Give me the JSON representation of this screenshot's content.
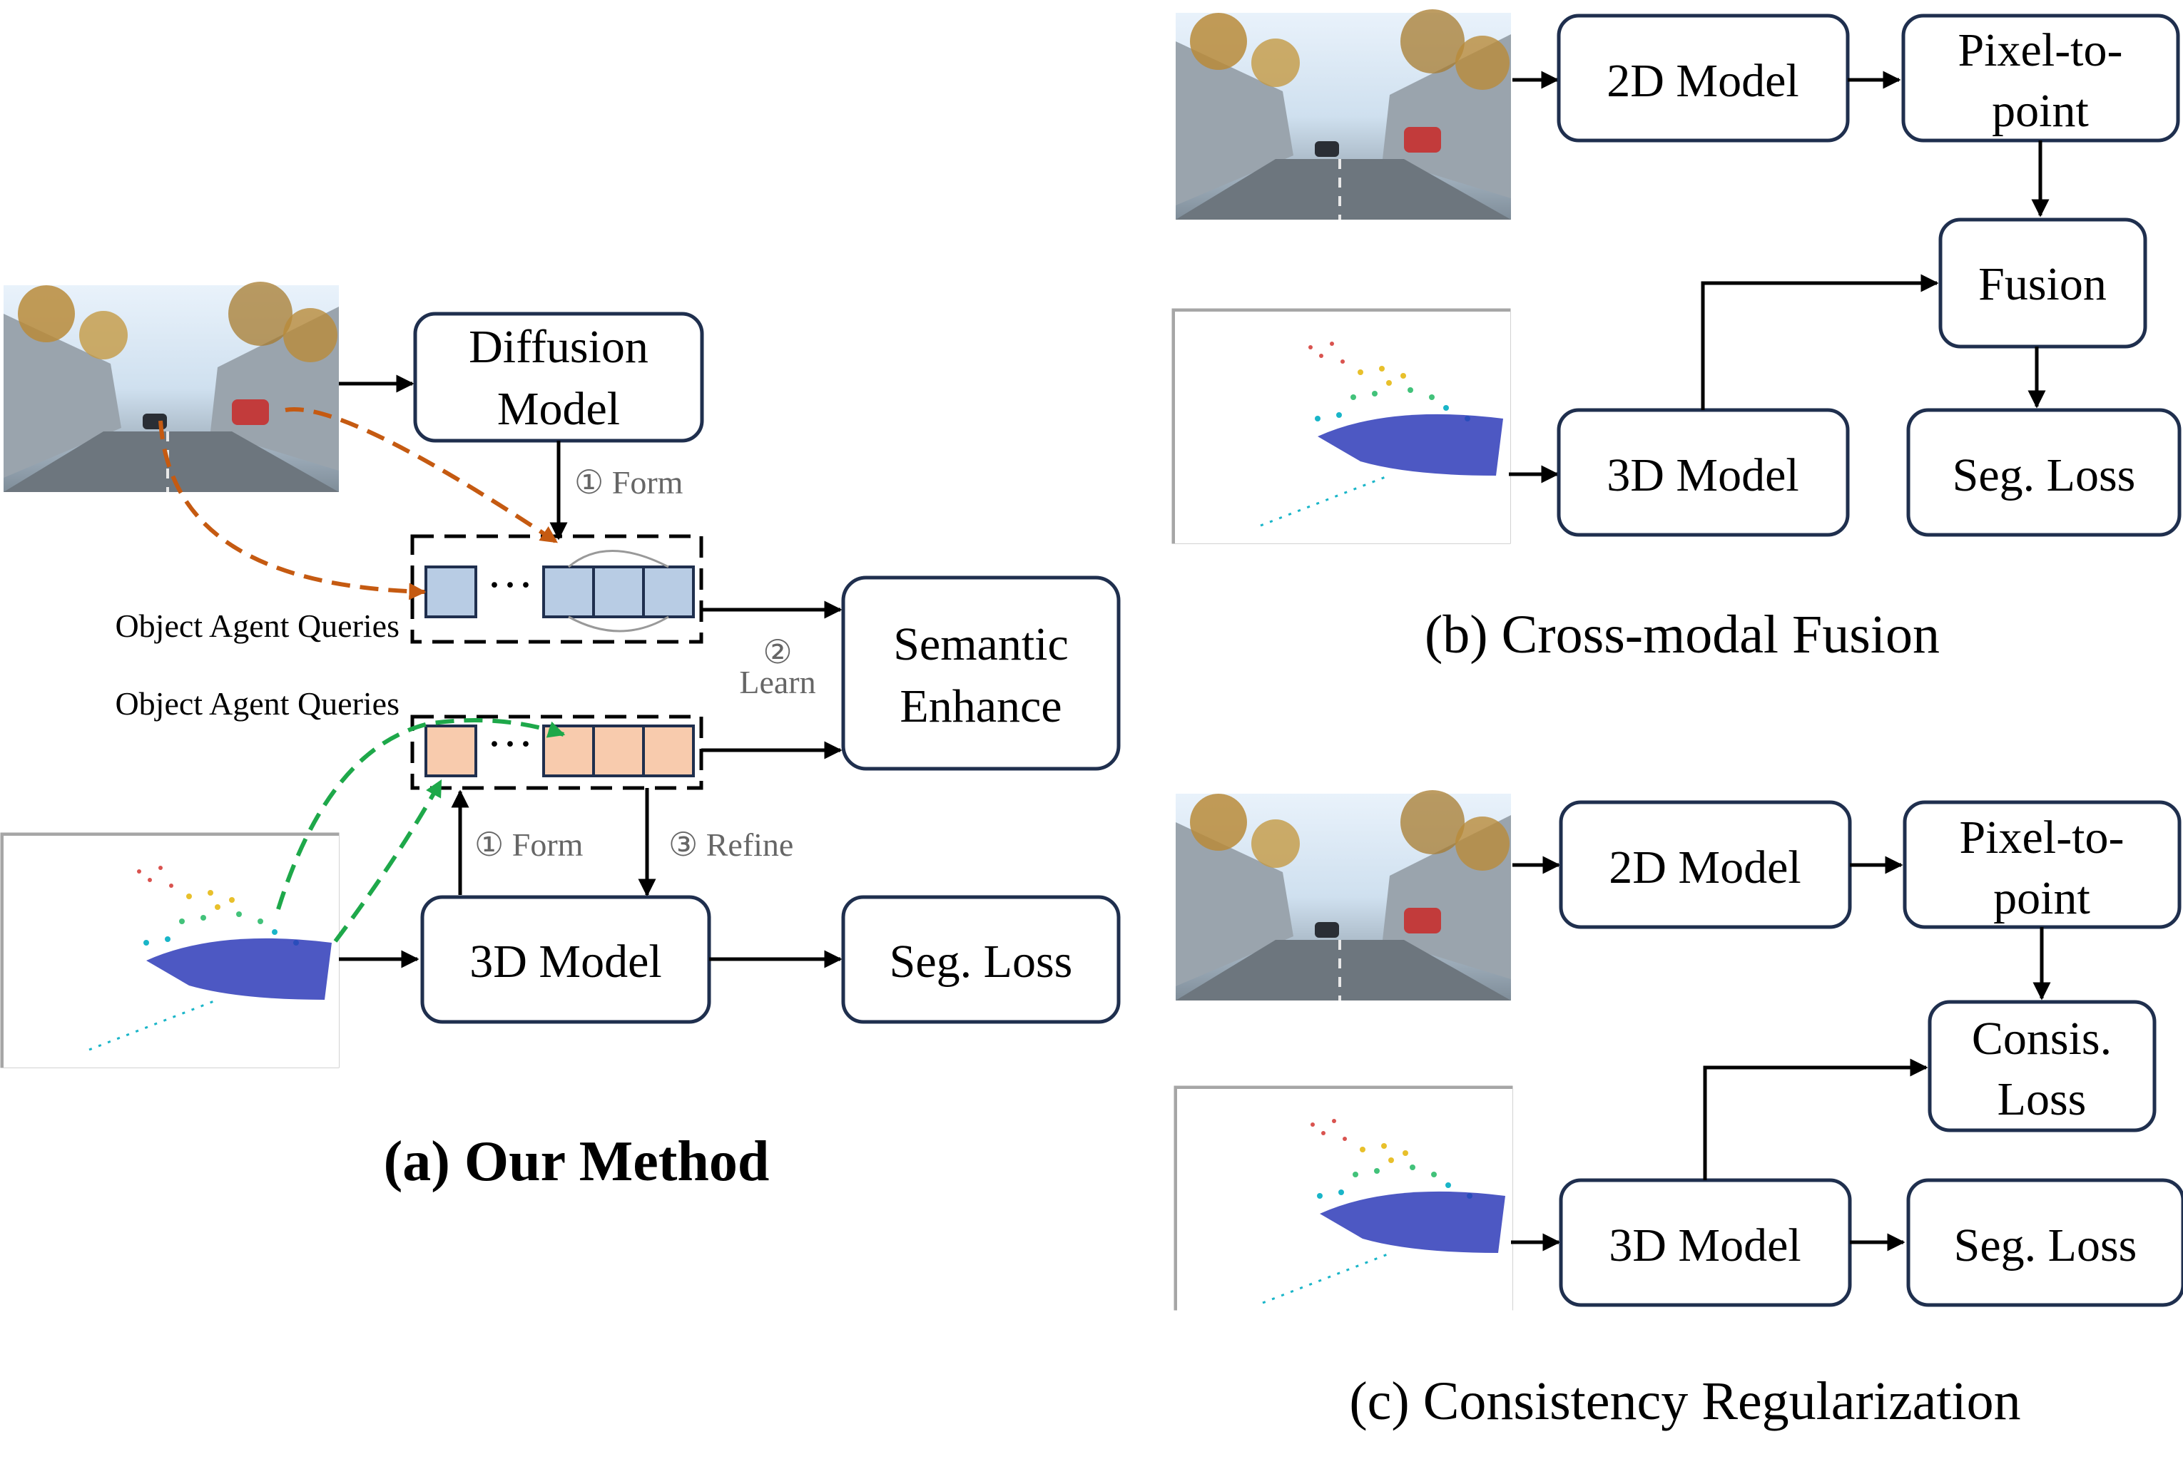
{
  "method": {
    "caption": "(a) Our Method",
    "diffusion_model": [
      "Diffusion",
      "Model"
    ],
    "semantic_enhance": [
      "Semantic",
      "Enhance"
    ],
    "model_3d": "3D  Model",
    "seg_loss": "Seg. Loss",
    "step_form": "① Form",
    "step_learn_num": "②",
    "step_learn": "Learn",
    "step_form_lower": "① Form",
    "step_refine": "③ Refine",
    "queries_top": "Object Agent Queries",
    "queries_bottom": "Object Agent Queries",
    "ellipsis": "···"
  },
  "fusion": {
    "caption": "(b) Cross-modal Fusion",
    "model_2d": "2D  Model",
    "pixel_to_point": [
      "Pixel-to-",
      "point"
    ],
    "fusion_box": "Fusion",
    "model_3d": "3D  Model",
    "seg_loss": "Seg. Loss"
  },
  "consistency": {
    "caption": "(c) Consistency Regularization",
    "model_2d": "2D  Model",
    "pixel_to_point": [
      "Pixel-to-",
      "point"
    ],
    "consis_loss": [
      "Consis.",
      "Loss"
    ],
    "model_3d": "3D  Model",
    "seg_loss": "Seg. Loss"
  },
  "colors": {
    "box_stroke": "#1f2f4e",
    "query_blue": "#b8cce4",
    "query_orange": "#f8cbad",
    "dashed_orange": "#c55a11",
    "dashed_green": "#1ea84a",
    "gray_text": "#666666"
  },
  "icons": [
    "road-scene-image",
    "lidar-point-cloud-image"
  ]
}
